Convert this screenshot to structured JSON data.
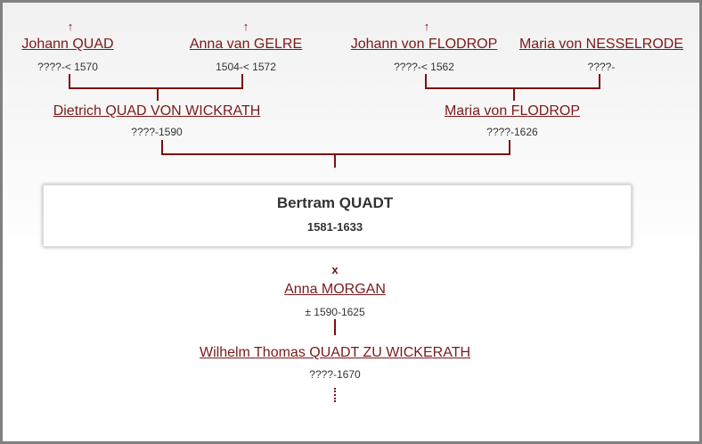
{
  "grandparents": [
    {
      "name": "Johann QUAD",
      "dates": "????-< 1570",
      "has_ancestors": true
    },
    {
      "name": "Anna van GELRE",
      "dates": "1504-< 1572",
      "has_ancestors": true
    },
    {
      "name": "Johann von FLODROP",
      "dates": "????-< 1562",
      "has_ancestors": true
    },
    {
      "name": "Maria von NESSELRODE",
      "dates": "????-",
      "has_ancestors": false
    }
  ],
  "parents": [
    {
      "name": "Dietrich QUAD VON WICKRATH",
      "dates": "????-1590"
    },
    {
      "name": "Maria von FLODROP",
      "dates": "????-1626"
    }
  ],
  "subject": {
    "name": "Bertram QUADT",
    "dates": "1581-1633"
  },
  "spouse": {
    "marker": "x",
    "name": "Anna MORGAN",
    "dates": "± 1590-1625"
  },
  "child": {
    "name": "Wilhelm Thomas QUADT ZU WICKERATH",
    "dates": "????-1670"
  },
  "icons": {
    "up_arrow": "↑",
    "more": "⋮"
  },
  "colors": {
    "accent": "#7b1010",
    "text": "#333333"
  }
}
